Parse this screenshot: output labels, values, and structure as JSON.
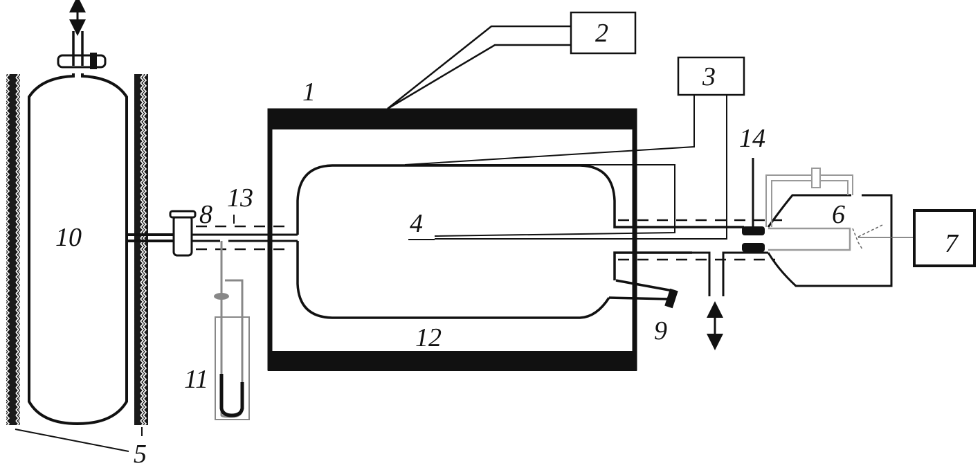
{
  "labels": {
    "furnace": "1",
    "box2": "2",
    "box3": "3",
    "bulb": "4",
    "heater": "5",
    "chamber": "6",
    "box7": "7",
    "valve": "8",
    "port": "9",
    "cylinder": "10",
    "manometer": "11",
    "furnace_space": "12",
    "line13": "13",
    "seal": "14"
  },
  "colors": {
    "ink": "#111111",
    "gray": "#8a8a8a"
  }
}
